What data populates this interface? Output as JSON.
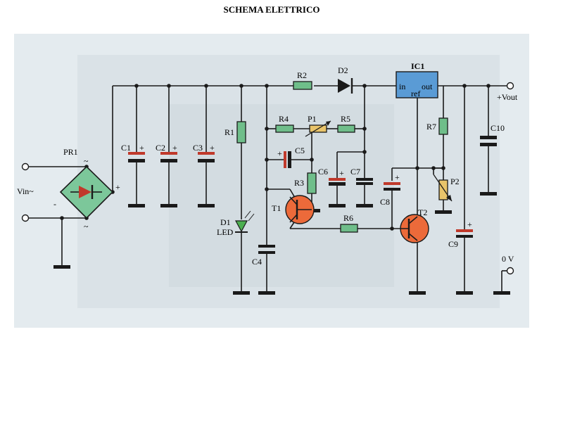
{
  "title": "SCHEMA ELETTRICO",
  "colors": {
    "paper": "#e4ebef",
    "wire": "#1a1a1a",
    "resistor": "#6fbe8a",
    "bridge": "#7cc79a",
    "ic": "#5a9bd5",
    "capacitor_pos": "#c0392b",
    "led": "#4caf50",
    "transistor": "#ec6a3a"
  },
  "labels": {
    "PR1": "PR1",
    "C1": "C1",
    "C2": "C2",
    "C3": "C3",
    "R1": "R1",
    "D1": "D1",
    "LED": "LED",
    "C4": "C4",
    "R2": "R2",
    "D2": "D2",
    "R4": "R4",
    "P1": "P1",
    "R5": "R5",
    "C5": "C5",
    "C6": "C6",
    "C7": "C7",
    "R3": "R3",
    "T1": "T1",
    "R6": "R6",
    "IC1": "IC1",
    "ic_in": "in",
    "ic_out": "out",
    "ic_ref": "ref",
    "R7": "R7",
    "C8": "C8",
    "P2": "P2",
    "T2": "T2",
    "C9": "C9",
    "C10": "C10",
    "vout": "+Vout",
    "zero_v": "0 V",
    "vin": "Vin~",
    "plus": "+",
    "minus": "-",
    "tilde": "~"
  }
}
